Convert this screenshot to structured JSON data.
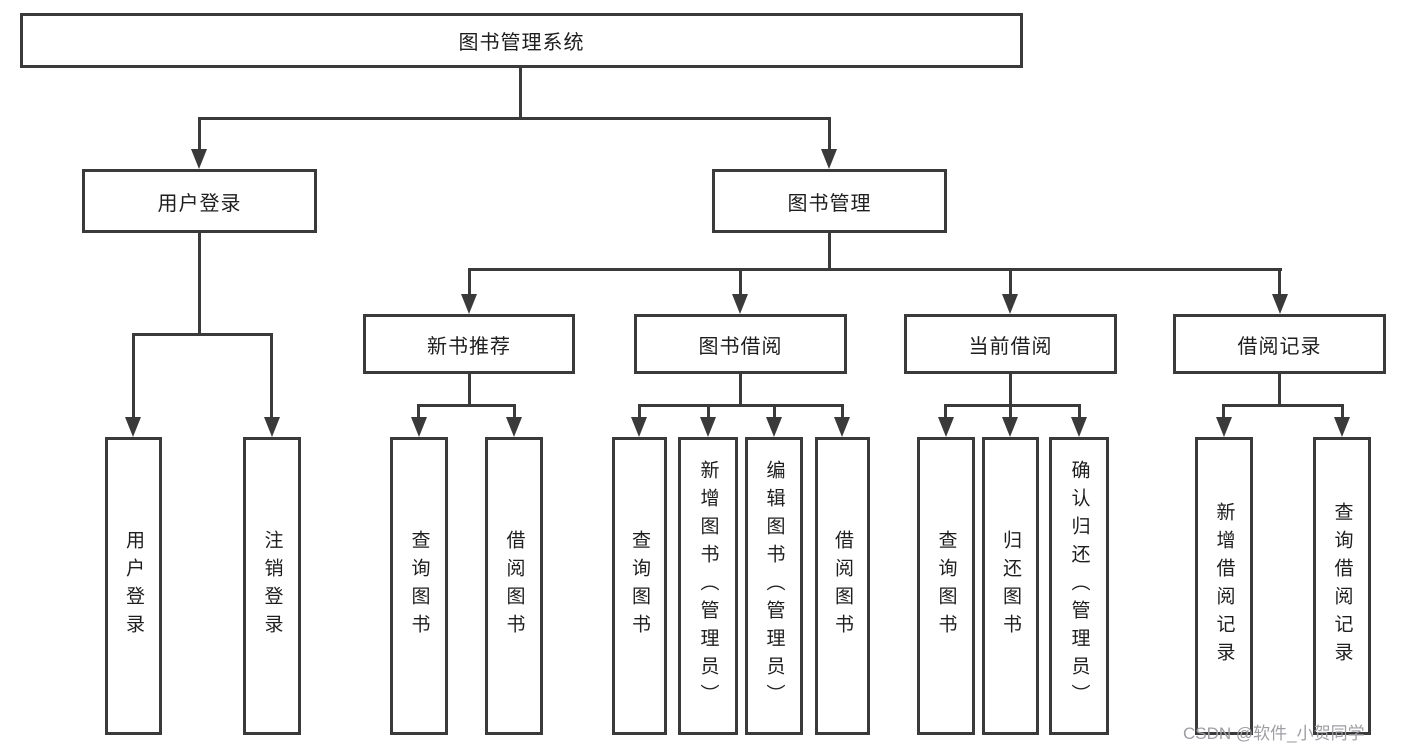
{
  "tree": {
    "root": {
      "label": "图书管理系统"
    },
    "children": [
      {
        "label": "用户登录",
        "children": [
          {
            "label": "用户登录"
          },
          {
            "label": "注销登录"
          }
        ]
      },
      {
        "label": "图书管理",
        "children": [
          {
            "label": "新书推荐",
            "children": [
              {
                "label": "查询图书"
              },
              {
                "label": "借阅图书"
              }
            ]
          },
          {
            "label": "图书借阅",
            "children": [
              {
                "label": "查询图书"
              },
              {
                "label": "新增图书（管理员）"
              },
              {
                "label": "编辑图书（管理员）"
              },
              {
                "label": "借阅图书"
              }
            ]
          },
          {
            "label": "当前借阅",
            "children": [
              {
                "label": "查询图书"
              },
              {
                "label": "归还图书"
              },
              {
                "label": "确认归还（管理员）"
              }
            ]
          },
          {
            "label": "借阅记录",
            "children": [
              {
                "label": "新增借阅记录"
              },
              {
                "label": "查询借阅记录"
              }
            ]
          }
        ]
      }
    ]
  },
  "watermark": {
    "text": "CSDN @软件_小贺同学"
  },
  "colors": {
    "line": "#3a3a3a",
    "text": "#1e1e1e",
    "watermark": "#9e9ea4",
    "background": "#ffffff"
  }
}
